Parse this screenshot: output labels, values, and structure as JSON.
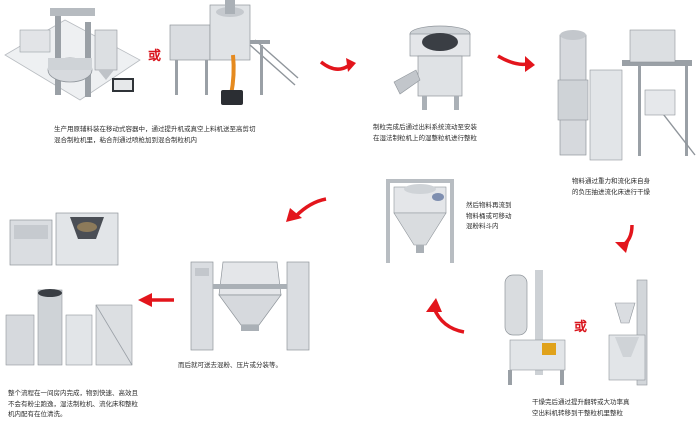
{
  "or_label": "或",
  "captions": {
    "step1": "生产用原辅料装在移动式容器中，通过提升机或真空上料机送至高剪切\n混合制粒机里，粘合剂通过喷枪加到混合制粒机内",
    "step2": "制粒完成后通过出料系统流动至安装\n在湿法制粒机上的湿整粒机进行整粒",
    "step3": "物料通过重力和流化床自身\n的负压抽进流化床进行干燥",
    "step4": "干燥完后通过提升翻转或大功率真\n空出料机转移到干整粒机里整粒",
    "step5": "然后物料再流到\n物料桶或可移动\n混粉料斗内",
    "step6": "而后就可送去混粉、压片或分装等。",
    "step7": "整个流程在一间房内完成，物到快速、高效且\n不会有粉尘跑逸，湿法制粒机、流化床和整粒\n机内配有在位清洗。"
  },
  "colors": {
    "arrow": "#e3151c",
    "or_text": "#d9141c",
    "caption": "#2c2c2c",
    "steel": "#c9ccd0"
  }
}
